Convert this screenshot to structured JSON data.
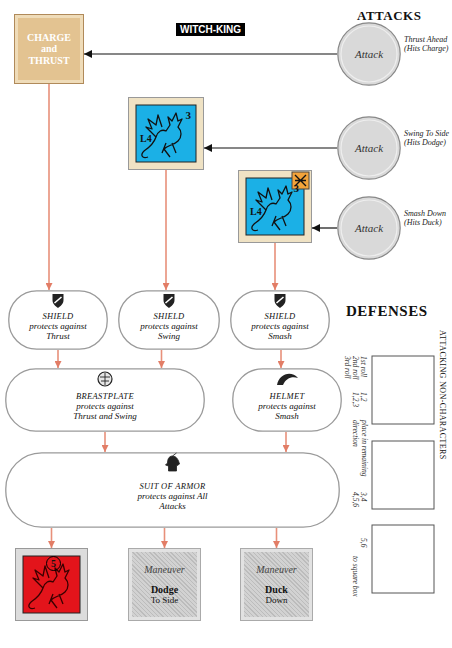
{
  "diagram": {
    "nodes": [
      {
        "text": [
          "CHARGE and THRUST"
        ]
      },
      {
        "text": [
          "Attack",
          "Thrust Ahead (Hits Charge)"
        ]
      },
      {
        "text": [
          "3",
          "L4"
        ]
      },
      {
        "text": [
          "Attack",
          "Swing To Side (Hits Dodge)"
        ]
      },
      {
        "text": [
          "3",
          "L4"
        ]
      },
      {
        "text": [
          "Attack",
          "Smash Down (Hits Duck)"
        ]
      },
      {
        "text": [
          "SHIELD",
          "protects against Thrust"
        ]
      },
      {
        "text": [
          "SHIELD",
          "protects against Swing"
        ]
      },
      {
        "text": [
          "SHIELD",
          "protects against Smash"
        ]
      },
      {
        "text": [
          "BREASTPLATE",
          "protects against Thrust and Swing"
        ]
      },
      {
        "text": [
          "HELMET",
          "protects against Smash"
        ]
      },
      {
        "text": [
          "SUIT OF ARMOR",
          "protects against All Attacks"
        ]
      },
      {
        "text": [
          "5"
        ]
      },
      {
        "text": [
          "Maneuver",
          "Dodge",
          "To Side"
        ]
      },
      {
        "text": [
          "Maneuver",
          "Duck",
          "Down"
        ]
      }
    ],
    "edges": [
      {
        "from": 1,
        "to": 0,
        "arrow": "to"
      },
      {
        "from": 3,
        "to": 2,
        "arrow": "to"
      },
      {
        "from": 5,
        "to": 4,
        "arrow": "to"
      },
      {
        "from": 0,
        "to": 6,
        "arrow": "to"
      },
      {
        "from": 2,
        "to": 7,
        "arrow": "to"
      },
      {
        "from": 4,
        "to": 8,
        "arrow": "to"
      },
      {
        "from": 6,
        "to": 9,
        "arrow": "to"
      },
      {
        "from": 7,
        "to": 9,
        "arrow": "to"
      },
      {
        "from": 8,
        "to": 10,
        "arrow": "to"
      },
      {
        "from": 9,
        "to": 11,
        "arrow": "to"
      },
      {
        "from": 10,
        "to": 11,
        "arrow": "to"
      },
      {
        "from": 11,
        "to": 12,
        "arrow": "to"
      },
      {
        "from": 11,
        "to": 13,
        "arrow": "to"
      },
      {
        "from": 11,
        "to": 14,
        "arrow": "to"
      }
    ],
    "labels": [
      "WITCH-KING",
      "ATTACKS",
      "DEFENSES",
      "ATTACKING NON-CHARACTERS",
      "1st roll",
      "2nd roll",
      "3rd roll",
      "1,2",
      "1,2,3",
      "place in remaining direction",
      "3,4",
      "4,5,6",
      "5,6",
      "to square box"
    ]
  }
}
